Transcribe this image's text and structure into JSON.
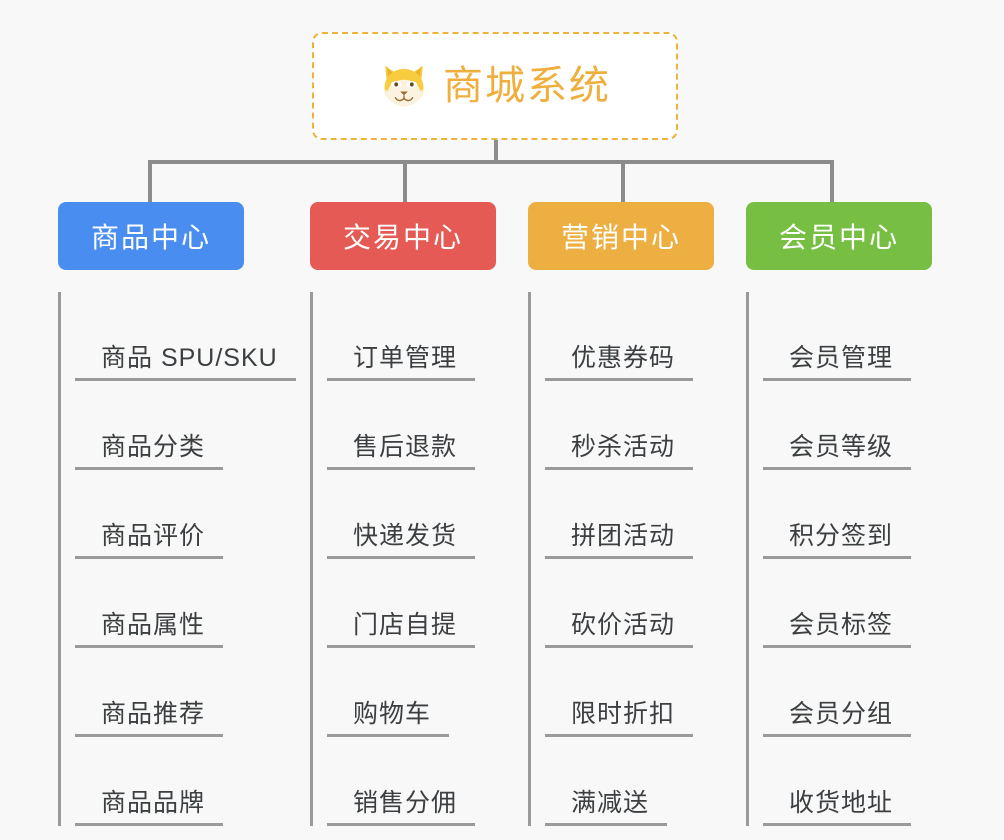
{
  "diagram": {
    "type": "mind-map",
    "background_color": "#f8f8f8",
    "connector_color": "#8c8c8c"
  },
  "root": {
    "title": "商城系统",
    "icon": "shiba-dog-face-icon",
    "text_color": "#efaf3e",
    "border_color": "#efb23c",
    "background_color": "#ffffff"
  },
  "branches": [
    {
      "label": "商品中心",
      "color": "#4a8df0",
      "items": [
        {
          "label": "商品 SPU/SKU"
        },
        {
          "label": "商品分类"
        },
        {
          "label": "商品评价"
        },
        {
          "label": "商品属性"
        },
        {
          "label": "商品推荐"
        },
        {
          "label": "商品品牌"
        }
      ]
    },
    {
      "label": "交易中心",
      "color": "#e55a54",
      "items": [
        {
          "label": "订单管理"
        },
        {
          "label": "售后退款"
        },
        {
          "label": "快递发货"
        },
        {
          "label": "门店自提"
        },
        {
          "label": "购物车"
        },
        {
          "label": "销售分佣"
        }
      ]
    },
    {
      "label": "营销中心",
      "color": "#eeaf42",
      "items": [
        {
          "label": "优惠券码"
        },
        {
          "label": "秒杀活动"
        },
        {
          "label": "拼团活动"
        },
        {
          "label": "砍价活动"
        },
        {
          "label": "限时折扣"
        },
        {
          "label": "满减送"
        }
      ]
    },
    {
      "label": "会员中心",
      "color": "#76bf43",
      "items": [
        {
          "label": "会员管理"
        },
        {
          "label": "会员等级"
        },
        {
          "label": "积分签到"
        },
        {
          "label": "会员标签"
        },
        {
          "label": "会员分组"
        },
        {
          "label": "收货地址"
        }
      ]
    }
  ]
}
